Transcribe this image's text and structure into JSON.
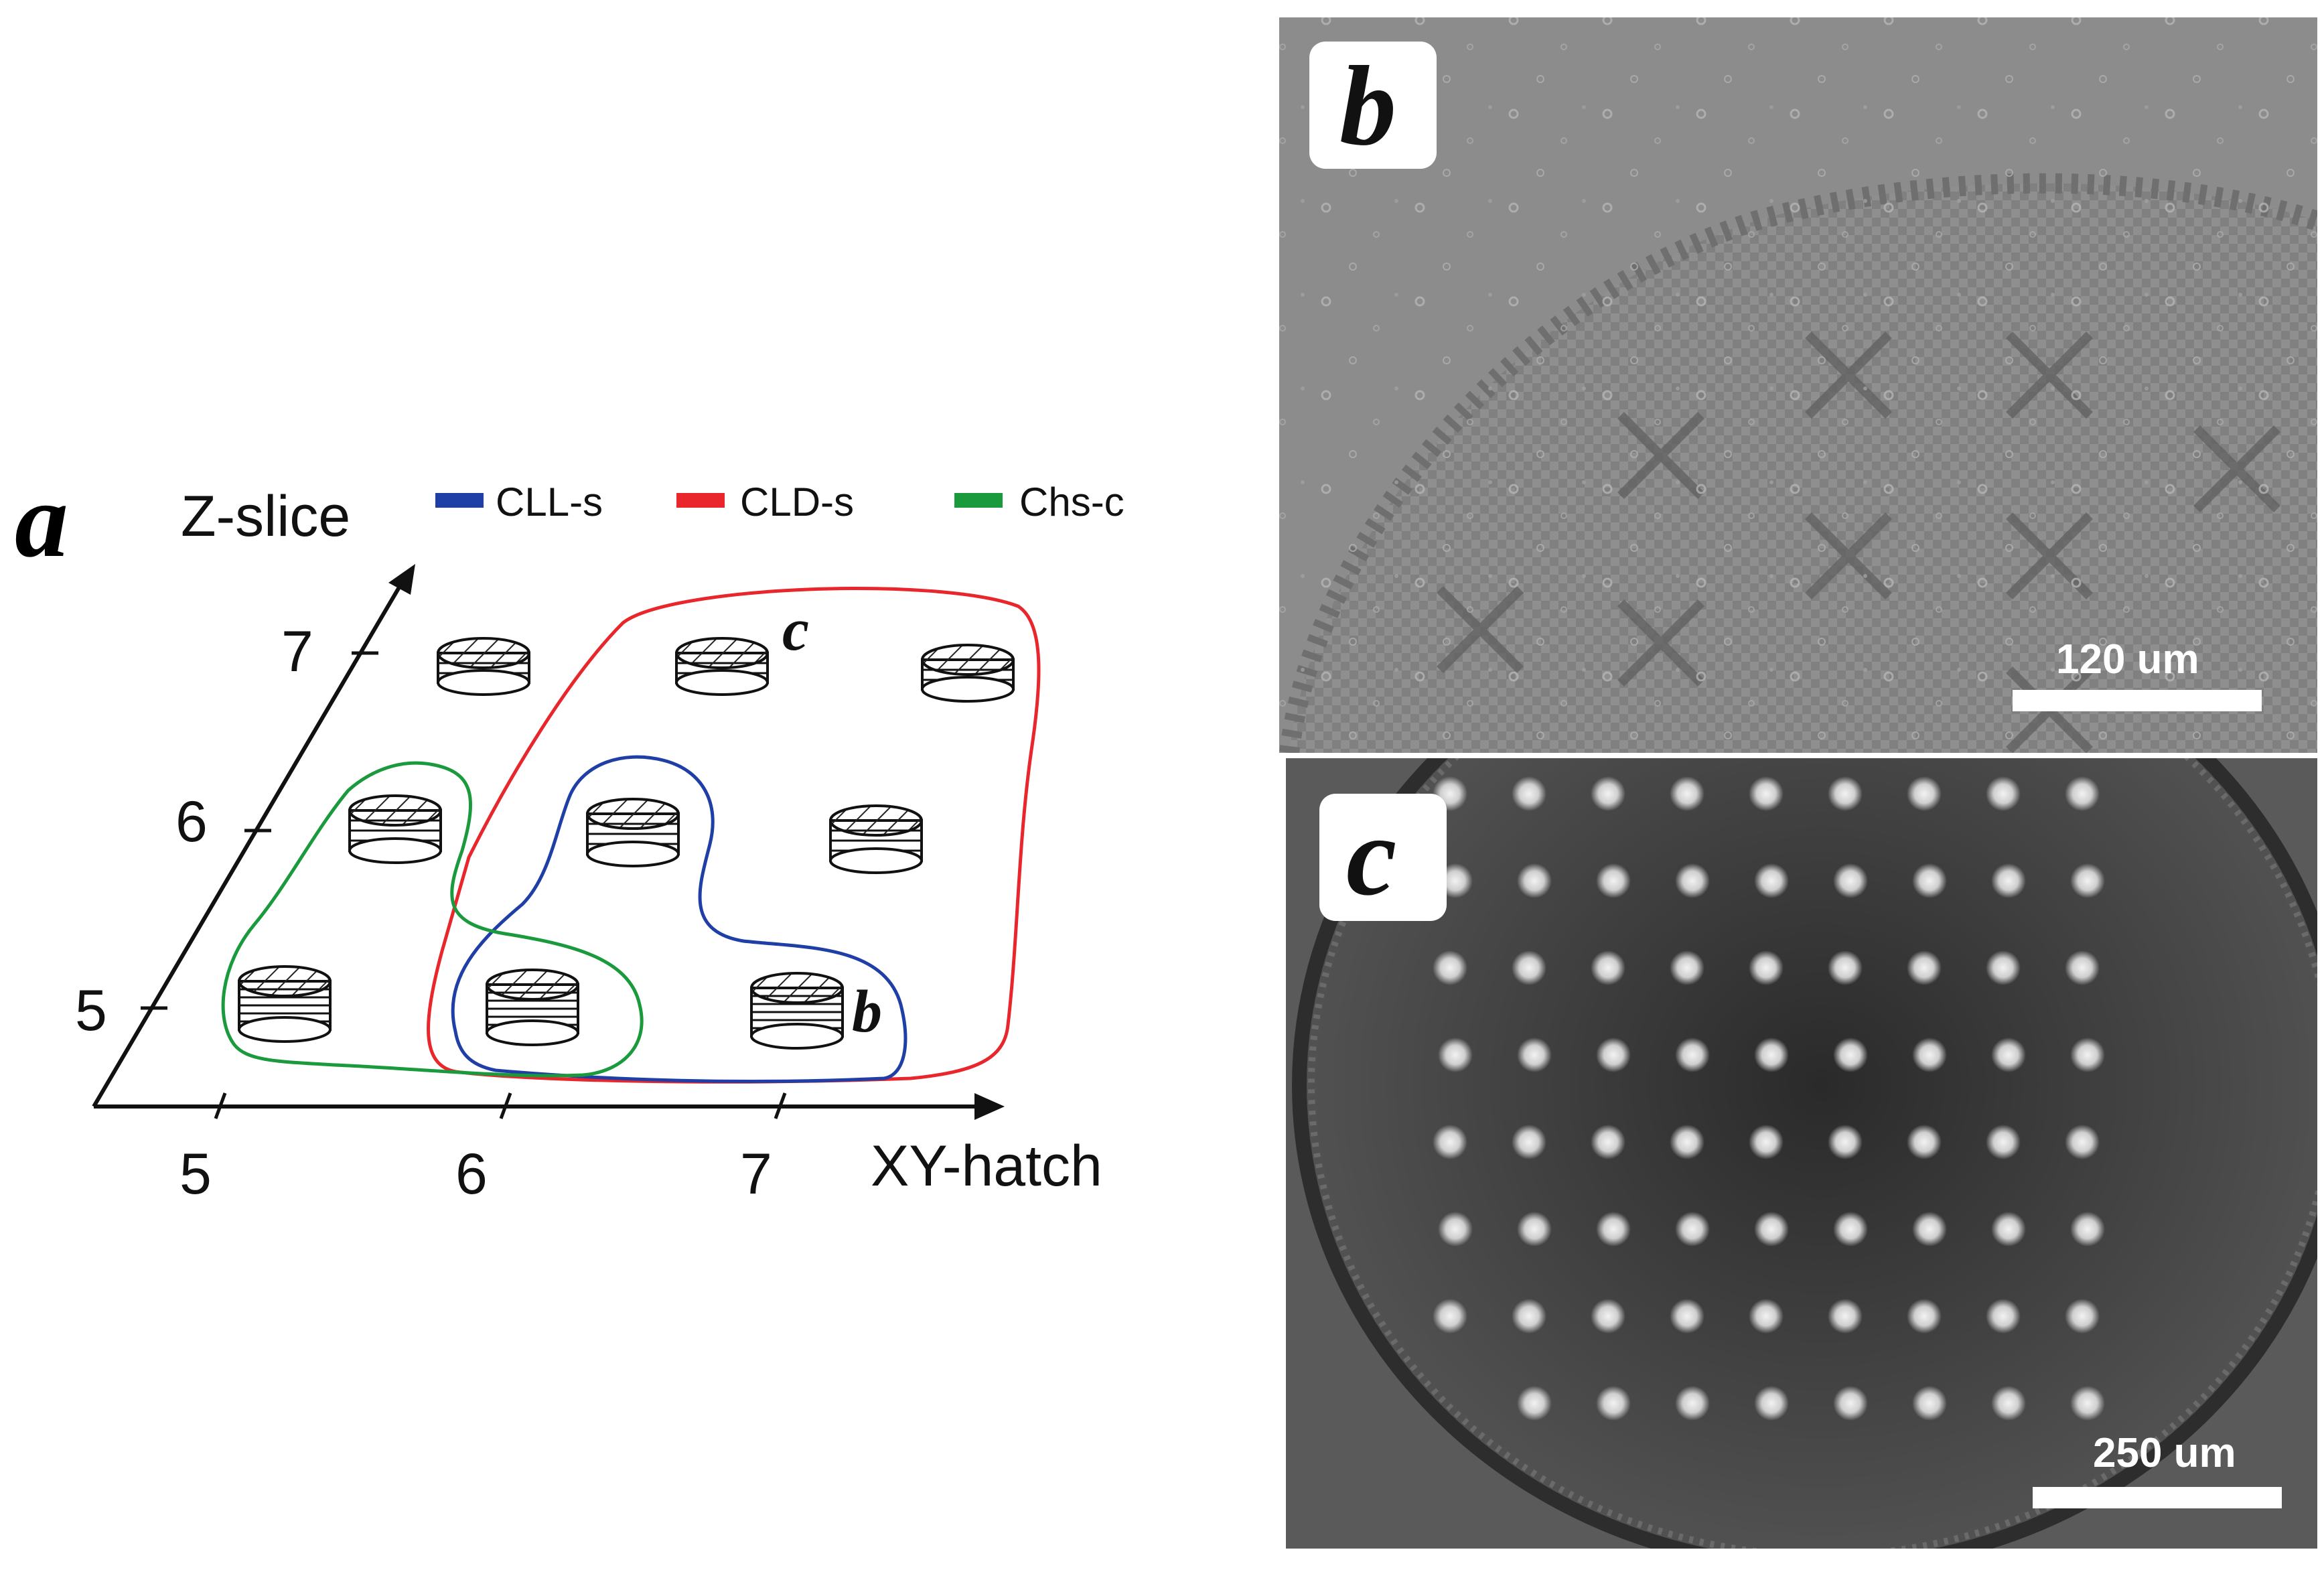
{
  "panel_a": {
    "label": "a",
    "z_axis_label": "Z-slice",
    "xy_axis_label": "XY-hatch",
    "z_ticks": [
      "5",
      "6",
      "7"
    ],
    "x_ticks": [
      "5",
      "6",
      "7"
    ],
    "legend": [
      {
        "label": "CLL-s",
        "color": "#1f3fa6"
      },
      {
        "label": "CLD-s",
        "color": "#e8262b"
      },
      {
        "label": "Chs-c",
        "color": "#1a9a3c"
      }
    ],
    "marker_b": "b",
    "marker_c": "c"
  },
  "panel_b": {
    "label": "b",
    "scale_text": "120 um"
  },
  "panel_c": {
    "label": "c",
    "scale_text": "250 um"
  },
  "colors": {
    "cll": "#1f3fa6",
    "cld": "#e8262b",
    "chs": "#1a9a3c",
    "photo_b_bg": "#8c8c8c",
    "photo_c_bg": "#3e3e3e"
  }
}
